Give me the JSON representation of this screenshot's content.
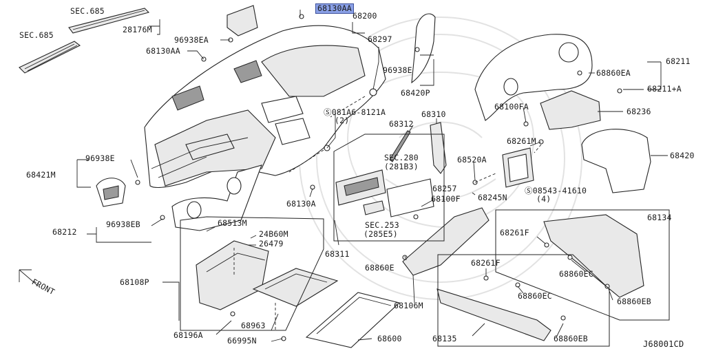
{
  "diagram_code": "J68001CD",
  "front_label": "FRONT",
  "highlight_color": "#8aa0e6",
  "labels": {
    "sec685_a": "SEC.685",
    "sec685_b": "SEC.685",
    "p28176m": "28176M",
    "p96938ea": "96938EA",
    "p68130aa_top": "68130AA",
    "p68130aa": "68130AA",
    "p68200": "68200",
    "p68297": "68297",
    "p96938e_a": "96938E",
    "p68420p": "68420P",
    "p68211": "68211",
    "p68860ea": "68860EA",
    "p68211a": "68211+A",
    "p68100fa": "68100FA",
    "p68236": "68236",
    "s081a6": "081A6-8121A",
    "s081a6_qty": "(2)",
    "p68310": "68310",
    "p68312": "68312",
    "sec280": "SEC.280",
    "sec280_sub": "(281B3)",
    "p68261m": "68261M",
    "p68420": "68420",
    "p96938e_b": "96938E",
    "p68421m": "68421M",
    "p68520a": "68520A",
    "p68257": "68257",
    "p68100f": "68100F",
    "p68245n": "68245N",
    "s08543": "08543-41610",
    "s08543_qty": "(4)",
    "p68130a": "68130A",
    "sec253": "SEC.253",
    "sec253_sub": "(285E5)",
    "p68212": "68212",
    "p96938eb": "96938EB",
    "p68513m": "68513M",
    "p24860m": "24B60M",
    "p26479": "26479",
    "p68311": "68311",
    "p68134": "68134",
    "p68261f_a": "68261F",
    "p68860ec_a": "68860EC",
    "p68860eb_a": "68860EB",
    "p68860e": "68860E",
    "p68108p": "68108P",
    "p68261f_b": "68261F",
    "p68860ec_b": "68860EC",
    "p68106m": "68106M",
    "p68963": "68963",
    "p68196a": "68196A",
    "p66995n": "66995N",
    "p68600": "68600",
    "p68135": "68135",
    "p68860eb_b": "68860EB"
  }
}
